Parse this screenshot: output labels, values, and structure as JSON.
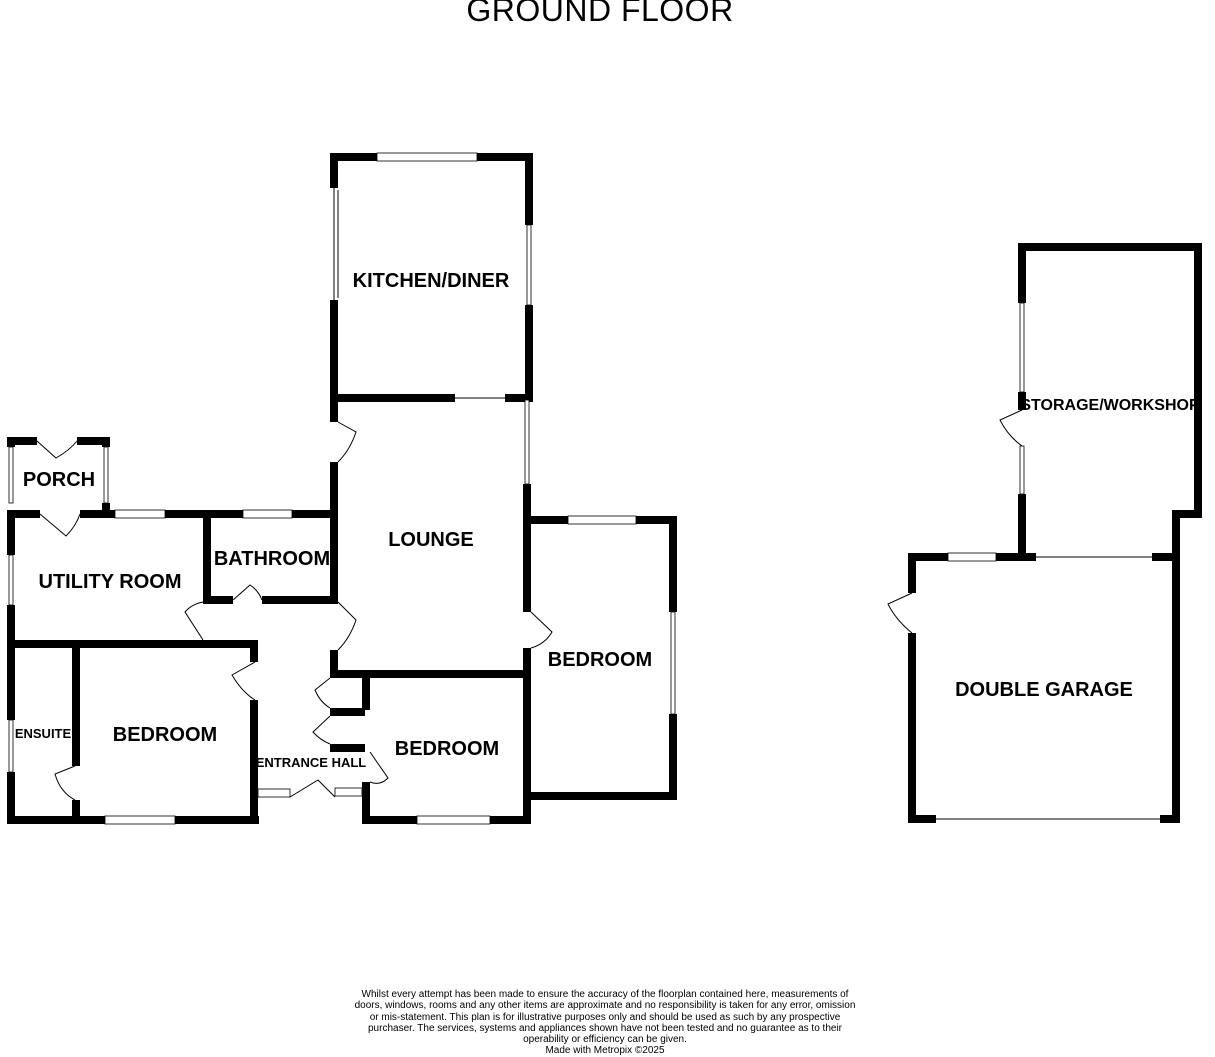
{
  "title": "GROUND FLOOR",
  "rooms": {
    "kitchen_diner": "KITCHEN/DINER",
    "porch": "PORCH",
    "lounge": "LOUNGE",
    "utility_room": "UTILITY ROOM",
    "bathroom": "BATHROOM",
    "bedroom_right": "BEDROOM",
    "ensuite": "ENSUITE",
    "bedroom_left": "BEDROOM",
    "entrance_hall": "ENTRANCE HALL",
    "bedroom_middle": "BEDROOM",
    "storage_workshop": "STORAGE/WORKSHOP",
    "double_garage": "DOUBLE GARAGE"
  },
  "disclaimer": "Whilst every attempt has been made to ensure the accuracy of the floorplan contained here, measurements of doors, windows, rooms and any other items are approximate and no responsibility is taken for any error, omission or mis-statement. This plan is for illustrative purposes only and should be used as such by any prospective purchaser. The services, systems and appliances shown have not been tested and no guarantee as to their operability or efficiency can be given.",
  "credit": "Made with Metropix ©2025"
}
